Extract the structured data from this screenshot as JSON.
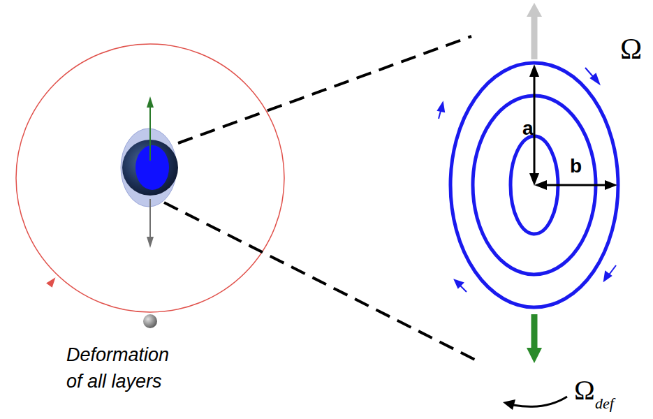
{
  "diagram": {
    "labels": [
      "Deformation of all layers",
      "a",
      "b",
      "Ω",
      "Ω",
      "def"
    ]
  }
}
